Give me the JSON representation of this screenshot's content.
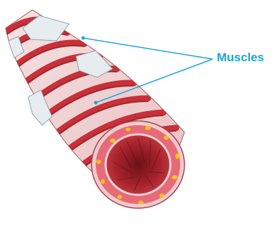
{
  "diagram": {
    "label": "Muscles",
    "colors": {
      "label": "#1aa6dc",
      "leader_line": "#1aa6dc",
      "muscle_band": "#c8303a",
      "muscle_band_dark": "#8f1e26",
      "tube_wall": "#f2d6d6",
      "cartilage_plate": "#e6ecef",
      "lumen": "#a5222b",
      "lumen_inner": "#7c161d",
      "wall_ring": "#e76a78",
      "gland_spots": "#f2c21a"
    },
    "icons": [
      "cartilage-plate",
      "muscle-band",
      "airway-lumen"
    ]
  }
}
